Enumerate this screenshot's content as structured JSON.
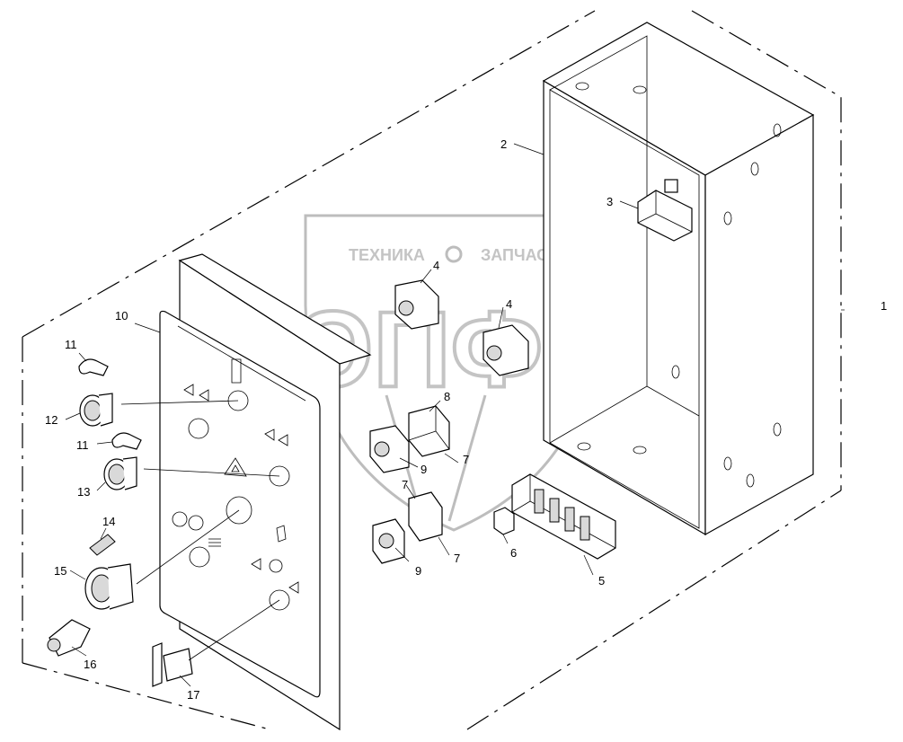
{
  "watermark": {
    "text_left": "ТЕХНИКА",
    "text_right": "ЗАПЧАСТИ",
    "monogram": "ЭПФ"
  },
  "callouts": [
    "1",
    "2",
    "3",
    "4",
    "4",
    "5",
    "6",
    "7",
    "7",
    "7",
    "8",
    "9",
    "9",
    "10",
    "11",
    "11",
    "12",
    "13",
    "14",
    "15",
    "16",
    "17"
  ]
}
